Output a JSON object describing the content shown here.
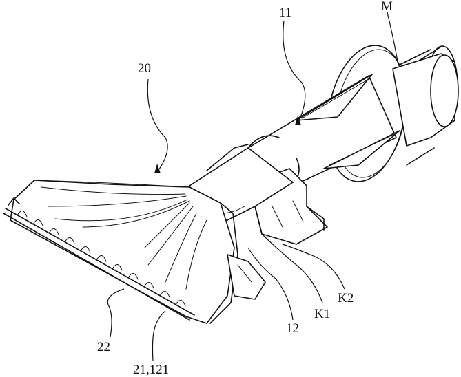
{
  "labels": {
    "body": "11",
    "motor": "M",
    "nozzle": "20",
    "teeth": "22",
    "edge": "21,121",
    "neck": "12",
    "k1": "K1",
    "k2": "K2"
  },
  "colors": {
    "ink": "#111111",
    "paper": "#ffffff"
  }
}
